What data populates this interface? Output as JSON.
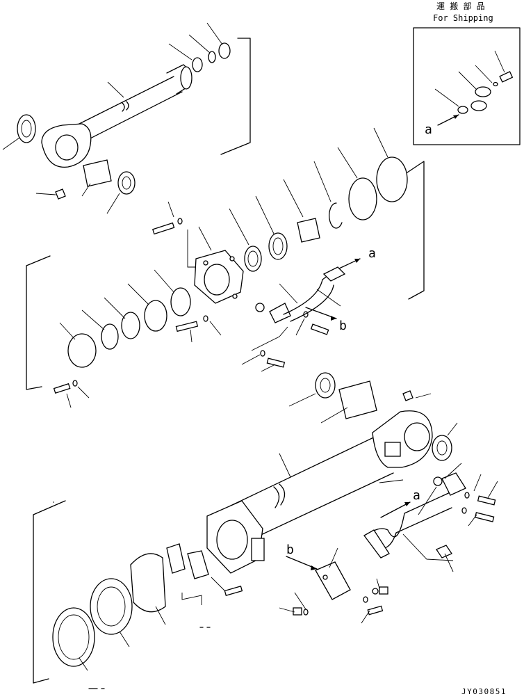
{
  "shipping_box": {
    "title_jp": "運 搬 部 品",
    "title_en": "For Shipping",
    "ref_label": "a"
  },
  "labels": {
    "a_upper": "a",
    "b_upper": "b",
    "a_lower": "a",
    "b_lower": "b"
  },
  "drawing_number": "JY030851"
}
